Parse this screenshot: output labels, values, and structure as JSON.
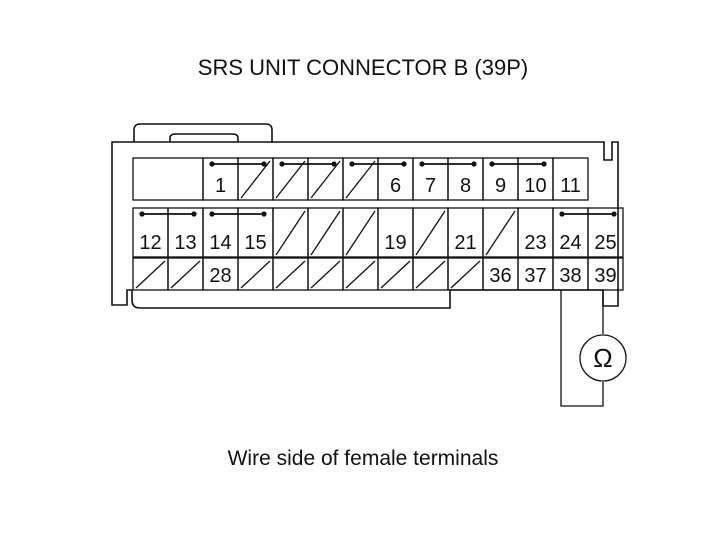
{
  "title": "SRS UNIT CONNECTOR B (39P)",
  "caption": "Wire side of female terminals",
  "meter_symbol": "Ω",
  "colors": {
    "line": "#111111",
    "background": "#ffffff"
  },
  "rows": [
    [
      {
        "label": ""
      },
      {
        "label": ""
      },
      {
        "label": "1"
      },
      {
        "label": "",
        "slash": true
      },
      {
        "label": "",
        "slash": true
      },
      {
        "label": "",
        "slash": true
      },
      {
        "label": "",
        "slash": true
      },
      {
        "label": "6"
      },
      {
        "label": "7"
      },
      {
        "label": "8"
      },
      {
        "label": "9"
      },
      {
        "label": "10"
      },
      {
        "label": "11"
      },
      {
        "label": ""
      }
    ],
    [
      {
        "label": "12"
      },
      {
        "label": "13"
      },
      {
        "label": "14"
      },
      {
        "label": "15"
      },
      {
        "label": "",
        "slash": true
      },
      {
        "label": "",
        "slash": true
      },
      {
        "label": "",
        "slash": true
      },
      {
        "label": "19"
      },
      {
        "label": "",
        "slash": true
      },
      {
        "label": "21"
      },
      {
        "label": "",
        "slash": true
      },
      {
        "label": "23"
      },
      {
        "label": "24"
      },
      {
        "label": "25"
      }
    ],
    [
      {
        "label": "",
        "slash": true
      },
      {
        "label": "",
        "slash": true
      },
      {
        "label": "28"
      },
      {
        "label": "",
        "slash": true
      },
      {
        "label": "",
        "slash": true
      },
      {
        "label": "",
        "slash": true
      },
      {
        "label": "",
        "slash": true
      },
      {
        "label": "",
        "slash": true
      },
      {
        "label": "",
        "slash": true
      },
      {
        "label": "",
        "slash": true
      },
      {
        "label": "36"
      },
      {
        "label": "37"
      },
      {
        "label": "38"
      },
      {
        "label": "39"
      }
    ]
  ],
  "shorting_bars": [
    {
      "row": 0,
      "from": 2,
      "to": 3
    },
    {
      "row": 0,
      "from": 4,
      "to": 5
    },
    {
      "row": 0,
      "from": 6,
      "to": 7
    },
    {
      "row": 0,
      "from": 8,
      "to": 9
    },
    {
      "row": 0,
      "from": 10,
      "to": 11
    },
    {
      "row": 1,
      "from": 0,
      "to": 1
    },
    {
      "row": 1,
      "from": 2,
      "to": 3
    },
    {
      "row": 1,
      "from": 12,
      "to": 13
    }
  ],
  "probe_terminals": [
    "38",
    "39"
  ]
}
